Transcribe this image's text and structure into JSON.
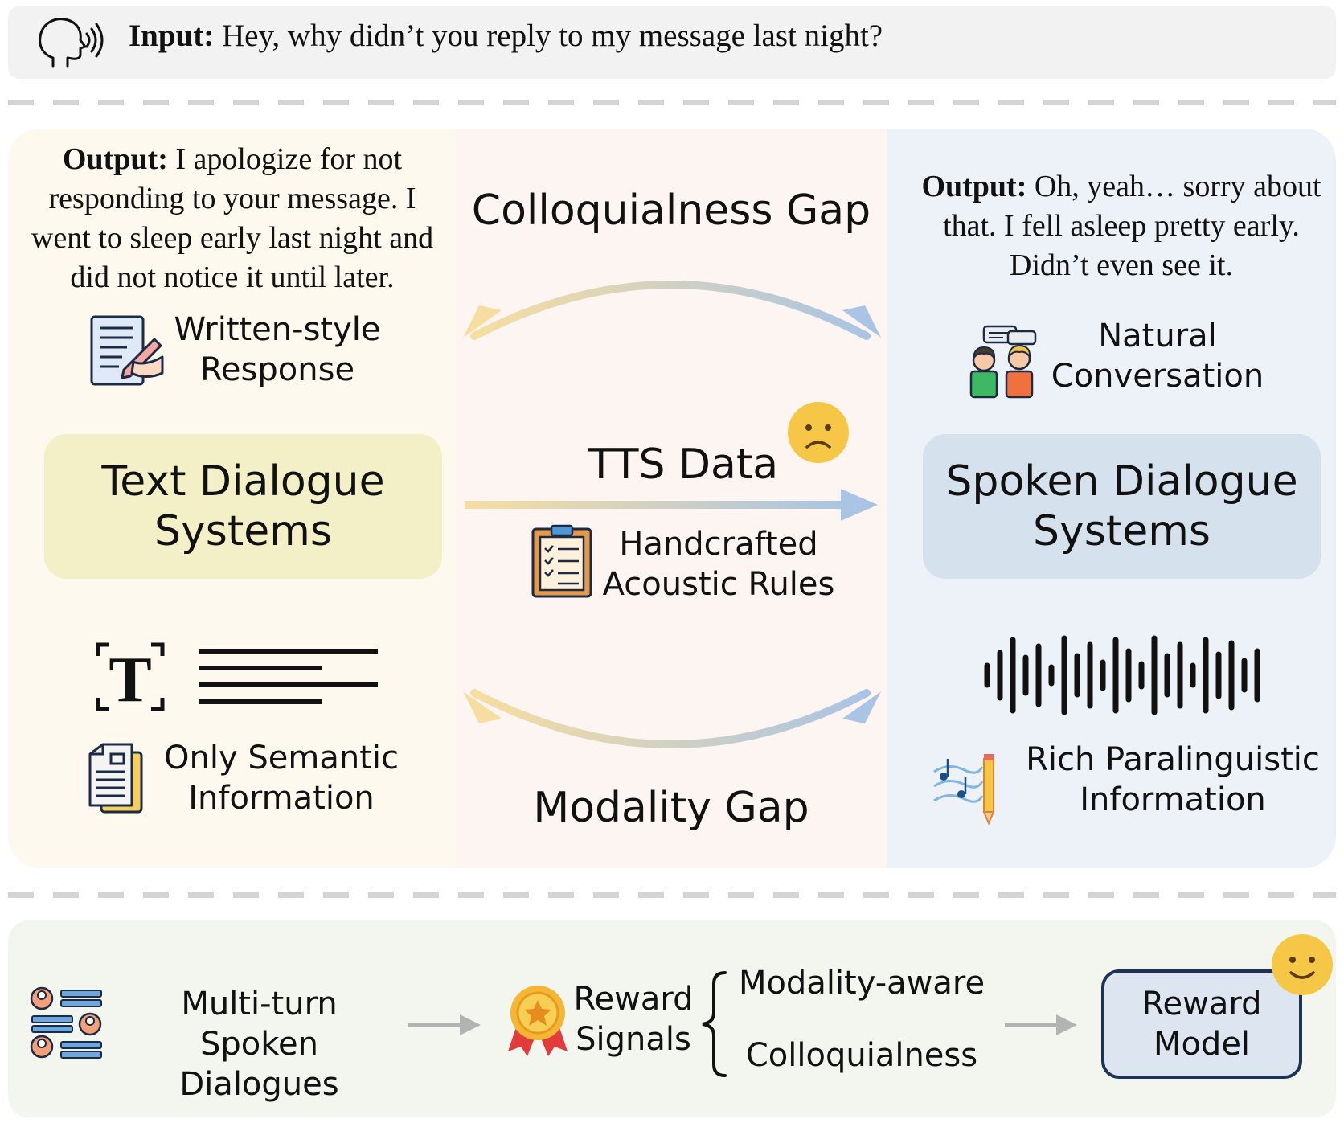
{
  "input": {
    "prefix": "Input:",
    "text": " Hey, why didn’t you reply to my message last night?"
  },
  "left": {
    "output_prefix": "Output:",
    "output_text": " I apologize for not responding to your message. I went to sleep early last night and did not notice it until later.",
    "style_label_1": "Written-style",
    "style_label_2": "Response",
    "system_line_1": "Text Dialogue",
    "system_line_2": "Systems",
    "info_label_1": "Only Semantic",
    "info_label_2": "Information"
  },
  "middle": {
    "top_gap": "Colloquialness Gap",
    "tts_label": "TTS Data",
    "rules_line_1": "Handcrafted",
    "rules_line_2": "Acoustic Rules",
    "bottom_gap": "Modality Gap"
  },
  "right": {
    "output_prefix": "Output:",
    "output_text": " Oh, yeah… sorry about that. I fell asleep pretty early. Didn’t even see it.",
    "style_label_1": "Natural",
    "style_label_2": "Conversation",
    "system_line_1": "Spoken Dialogue",
    "system_line_2": "Systems",
    "info_label_1": "Rich Paralinguistic",
    "info_label_2": "Information"
  },
  "bottom": {
    "dialogues_line_1": "Multi-turn",
    "dialogues_line_2": "Spoken Dialogues",
    "reward_line_1": "Reward",
    "reward_line_2": "Signals",
    "criteria": [
      "Modality-aware",
      "Colloquialness"
    ],
    "model_line_1": "Reward",
    "model_line_2": "Model"
  },
  "colors": {
    "left_panel": "#fdf9ef",
    "mid_panel": "#fdf5f1",
    "right_panel": "#edf1f8",
    "text_system_box": "#f3efc6",
    "spoken_system_box": "#d6e1ee",
    "arrow_start": "#f7dea0",
    "arrow_end": "#a9c4e4",
    "emoji": "#f6c747"
  },
  "icons": [
    "speaking-head-icon",
    "writing-icon",
    "conversation-icon",
    "sad-face-icon",
    "checklist-icon",
    "text-t-icon",
    "document-icon",
    "waveform-icon",
    "music-pencil-icon",
    "users-chat-icon",
    "medal-icon",
    "brace-icon",
    "happy-face-icon"
  ]
}
